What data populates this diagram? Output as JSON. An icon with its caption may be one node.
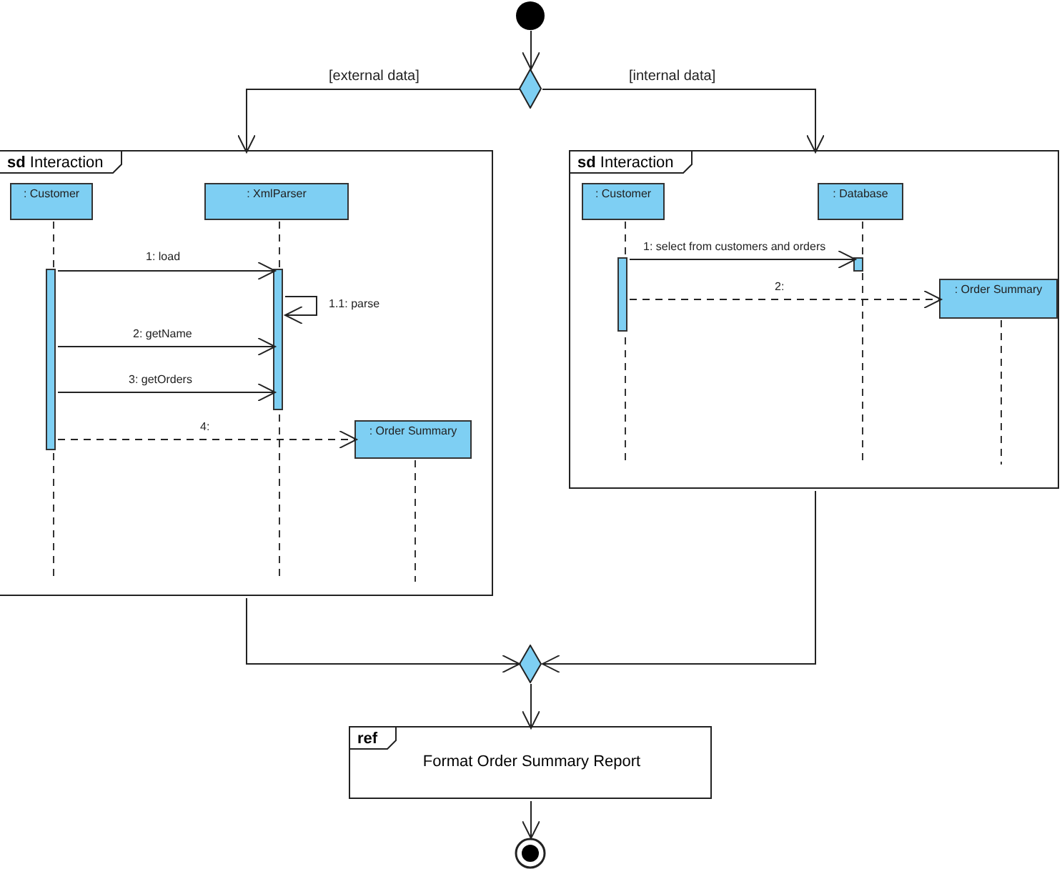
{
  "diagram": {
    "nodes": [
      {
        "text": [],
        "shape": "circle"
      },
      {
        "text": [],
        "shape": "diamond"
      },
      {
        "text": [
          "**sd** Interaction"
        ]
      },
      {
        "text": [
          ": Customer"
        ],
        "in": 2
      },
      {
        "text": [
          ": XmlParser"
        ],
        "in": 2
      },
      {
        "text": [],
        "shape": "bar",
        "in": 2
      },
      {
        "text": [],
        "shape": "bar",
        "in": 2
      },
      {
        "text": [
          ": Order Summary"
        ],
        "in": 2
      },
      {
        "text": [
          "**sd** Interaction"
        ]
      },
      {
        "text": [
          ": Customer"
        ],
        "in": 8
      },
      {
        "text": [
          ": Database"
        ],
        "in": 8
      },
      {
        "text": [],
        "shape": "bar",
        "in": 8
      },
      {
        "text": [],
        "shape": "bar",
        "in": 8
      },
      {
        "text": [
          ": Order Summary"
        ],
        "in": 8
      },
      {
        "text": [],
        "shape": "diamond"
      },
      {
        "text": [
          "ref",
          "Format Order Summary Report"
        ]
      },
      {
        "text": [],
        "shape": "circle"
      }
    ],
    "edges": [
      {
        "from": 0,
        "to": 1,
        "arrow": "to"
      },
      {
        "from": 1,
        "to": 2,
        "arrow": "to",
        "label": "[external data]"
      },
      {
        "from": 1,
        "to": 8,
        "arrow": "to",
        "label": "[internal data]"
      },
      {
        "from": 5,
        "to": 6,
        "arrow": "to",
        "label": "1: load"
      },
      {
        "from": 6,
        "to": 6,
        "arrow": "to",
        "label": "1.1: parse"
      },
      {
        "from": 5,
        "to": 6,
        "arrow": "to",
        "label": "2: getName"
      },
      {
        "from": 5,
        "to": 6,
        "arrow": "to",
        "label": "3: getOrders"
      },
      {
        "from": 5,
        "to": 7,
        "arrow": "to",
        "label": "4:",
        "style": "dashed"
      },
      {
        "from": 11,
        "to": 12,
        "arrow": "to",
        "label": "1: select from customers and orders"
      },
      {
        "from": 11,
        "to": 13,
        "arrow": "to",
        "label": "2:",
        "style": "dashed"
      },
      {
        "from": 2,
        "to": 14,
        "arrow": "to"
      },
      {
        "from": 8,
        "to": 14,
        "arrow": "to"
      },
      {
        "from": 14,
        "to": 15,
        "arrow": "to"
      },
      {
        "from": 15,
        "to": 16,
        "arrow": "to"
      }
    ]
  }
}
